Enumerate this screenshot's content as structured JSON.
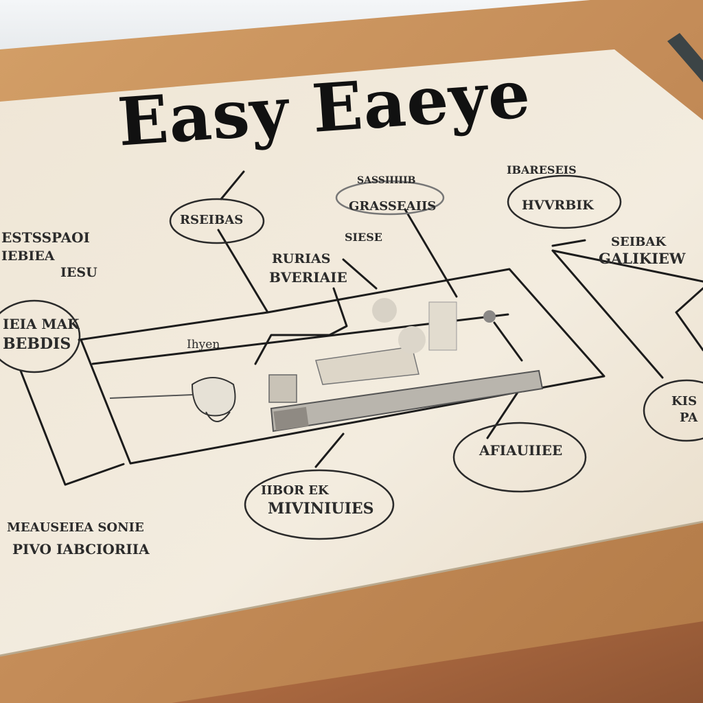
{
  "title": "Easy Eaeye",
  "labels": {
    "left_top_1": "ESTSSPAOI",
    "left_top_2": "IEBIEA",
    "left_top_3": "IESU",
    "left_bubble_1": "IEIA MAK",
    "left_bubble_2": "BEBDIS",
    "top_bubble": "RSEIBAS",
    "center_top_1": "SASSIIIIIB",
    "center_top_2": "GRASSEAIIS",
    "center_note": "SIESE",
    "center_label_1": "RURIAS",
    "center_label_2": "BVERIAIE",
    "right_top_1": "IBARESEIS",
    "right_bubble": "HVVRBIK",
    "right_label_1": "SEIBAK",
    "right_label_2": "GALIKIEW",
    "inner_small": "Ihyen",
    "right_edge_bubble_1": "KIS",
    "right_edge_bubble_2": "PA",
    "bottom_right_bubble": "AFIAUIIEE",
    "bottom_center_bubble_1": "IIBOR EK",
    "bottom_center_bubble_2": "MIVINIUIES",
    "bottom_left_1": "MEAUSEIEA SONIE",
    "bottom_left_2": "PIVO IABCIORIIA"
  },
  "colors": {
    "paper": "#efe6d6",
    "cork": "#c7925d",
    "ink": "#1a1a1a",
    "table": "#a8673f"
  }
}
